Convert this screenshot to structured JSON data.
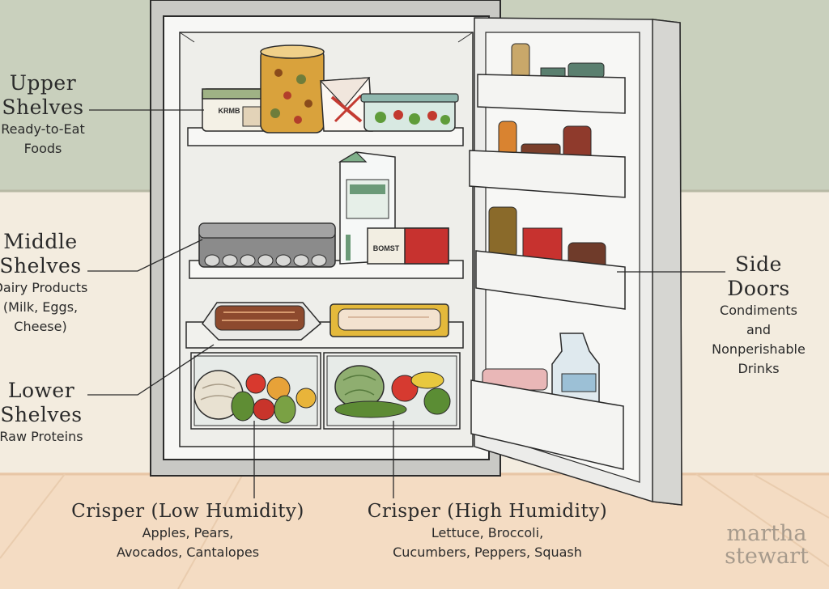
{
  "labels": {
    "upper": {
      "title_1": "Upper",
      "title_2": "Shelves",
      "desc_1": "Ready-to-Eat",
      "desc_2": "Foods"
    },
    "middle": {
      "title_1": "Middle",
      "title_2": "Shelves",
      "desc_1": "Dairy Products",
      "desc_2": "(Milk, Eggs,",
      "desc_3": "Cheese)"
    },
    "lower": {
      "title_1": "Lower",
      "title_2": "Shelves",
      "desc_1": "Raw Proteins"
    },
    "side": {
      "title_1": "Side",
      "title_2": "Doors",
      "desc_1": "Condiments",
      "desc_2": "and",
      "desc_3": "Nonperishable",
      "desc_4": "Drinks"
    },
    "crisper_low": {
      "title": "Crisper (Low Humidity)",
      "desc_1": "Apples, Pears,",
      "desc_2": "Avocados, Cantalopes"
    },
    "crisper_high": {
      "title": "Crisper (High Humidity)",
      "desc_1": "Lettuce, Broccoli,",
      "desc_2": "Cucumbers, Peppers, Squash"
    }
  },
  "products": {
    "butter_tub": "KRMB",
    "cheese_box": "BOMST"
  },
  "brand": {
    "line_1": "martha",
    "line_2": "stewart"
  },
  "colors": {
    "wall_upper": "#c9d0bd",
    "wall_lower": "#f3ecdf",
    "floor": "#f4dcc3",
    "fridge_body": "#f7f7f5",
    "fridge_inner": "#eeeeea",
    "outline": "#2b2b2b",
    "label_text": "#2a2a2a",
    "brand_text": "#a69a8c"
  }
}
